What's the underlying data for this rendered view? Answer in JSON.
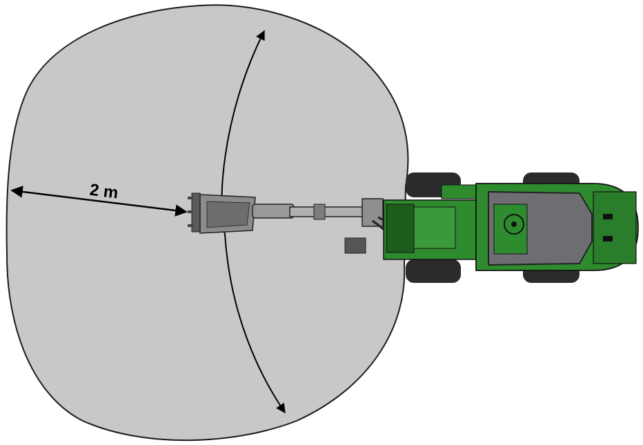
{
  "diagram": {
    "dimension_label": "2 m",
    "colors": {
      "reach_area": "#c8c8c8",
      "outline": "#1a1a1a",
      "machine_green": "#2e8b2e",
      "machine_green_dark": "#1d5e1d",
      "cab_roof": "#6e6e72",
      "tire": "#2b2b2b",
      "boom_gray": "#9a9a9a"
    },
    "icons": [
      "double-arrow",
      "curved-double-arrow",
      "bucket",
      "boom-arm",
      "loader-machine"
    ]
  }
}
